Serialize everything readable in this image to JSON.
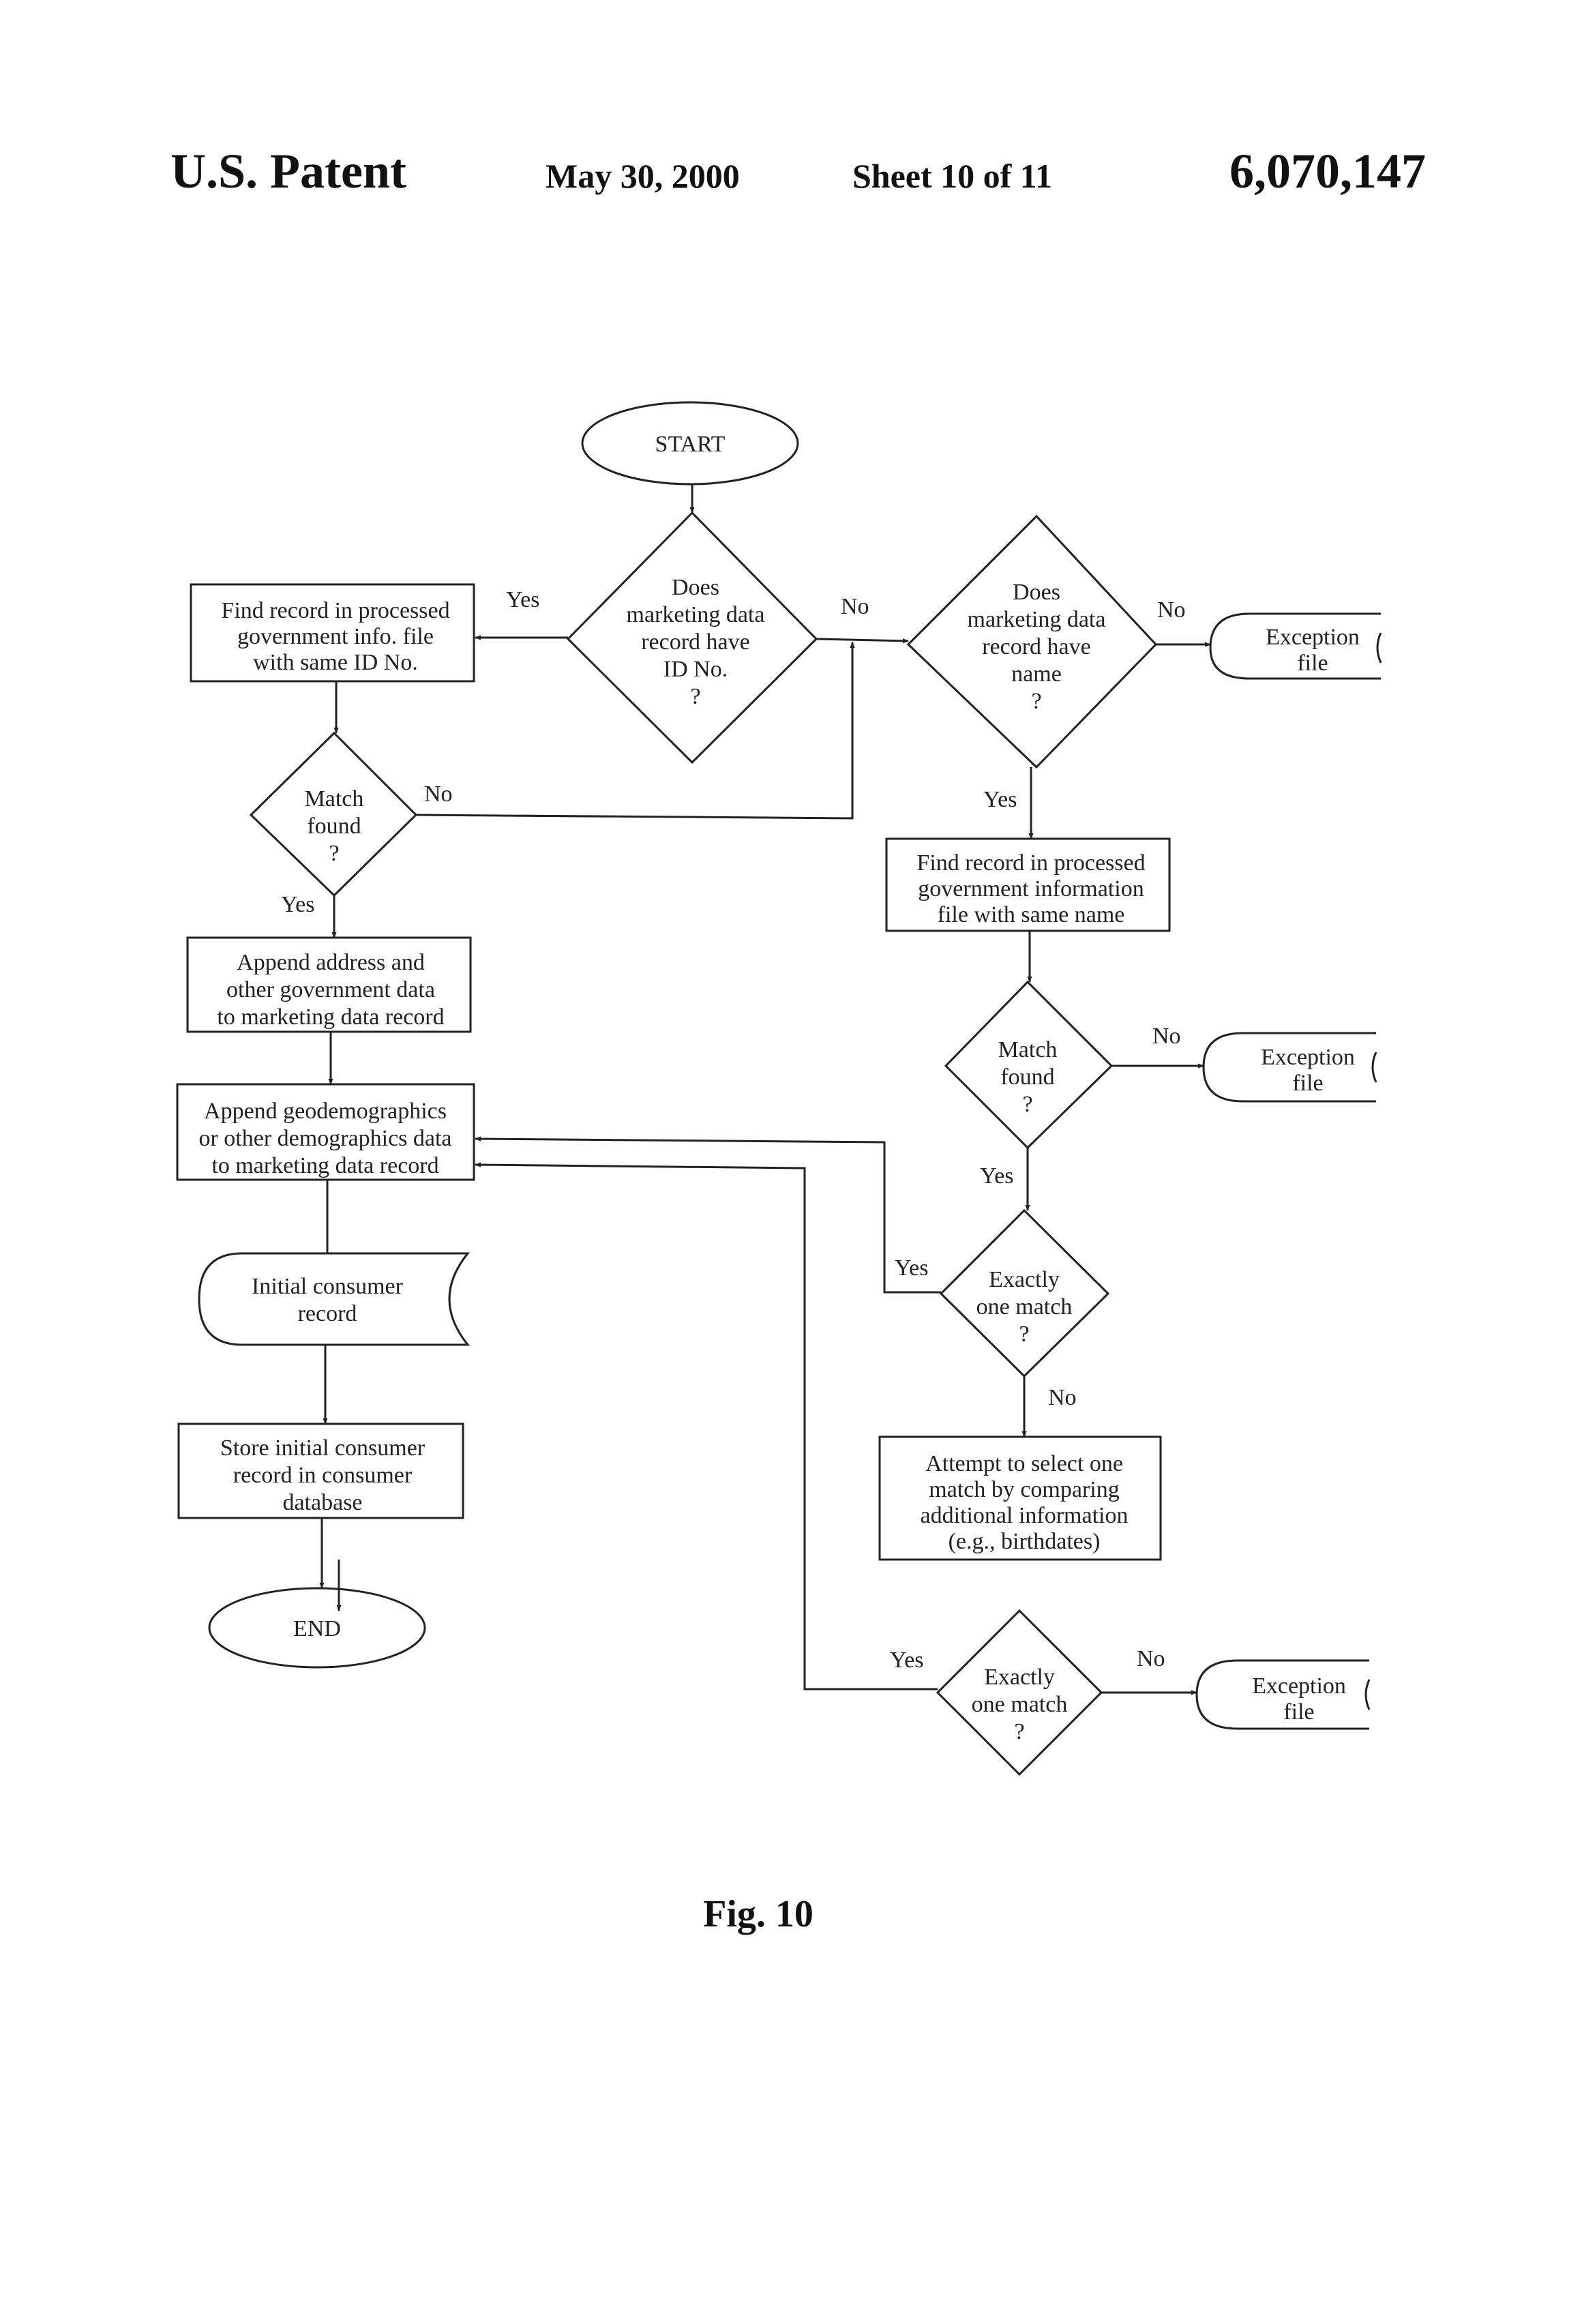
{
  "header": {
    "left": "U.S. Patent",
    "date": "May 30, 2000",
    "sheet": "Sheet 10 of 11",
    "number": "6,070,147"
  },
  "figure_label": "Fig. 10",
  "nodes": {
    "start": [
      "START"
    ],
    "d_id": [
      "Does",
      "marketing data",
      "record have",
      "ID No.",
      "?"
    ],
    "find_id": [
      "Find record in processed",
      "government info. file",
      "with same ID No."
    ],
    "d_name": [
      "Does",
      "marketing data",
      "record have",
      "name",
      "?"
    ],
    "exc1": [
      "Exception",
      "file"
    ],
    "match1": [
      "Match",
      "found",
      "?"
    ],
    "find_name": [
      "Find record in processed",
      "government information",
      "file with same name"
    ],
    "append_addr": [
      "Append address and",
      "other government data",
      "to marketing data record"
    ],
    "match2": [
      "Match",
      "found",
      "?"
    ],
    "exc2": [
      "Exception",
      "file"
    ],
    "append_geo": [
      "Append geodemographics",
      "or other demographics data",
      "to marketing data record"
    ],
    "exact1": [
      "Exactly",
      "one match",
      "?"
    ],
    "initial": [
      "Initial consumer",
      "record"
    ],
    "attempt": [
      "Attempt to select one",
      "match by comparing",
      "additional information",
      "(e.g., birthdates)"
    ],
    "store": [
      "Store initial consumer",
      "record in consumer",
      "database"
    ],
    "end": [
      "END"
    ],
    "exact2": [
      "Exactly",
      "one match",
      "?"
    ],
    "exc3": [
      "Exception",
      "file"
    ]
  },
  "edge_labels": {
    "id_yes": "Yes",
    "id_no": "No",
    "name_no": "No",
    "name_yes": "Yes",
    "m1_no": "No",
    "m1_yes": "Yes",
    "m2_no": "No",
    "m2_yes": "Yes",
    "ex1_yes": "Yes",
    "ex1_no": "No",
    "ex2_yes": "Yes",
    "ex2_no": "No"
  }
}
